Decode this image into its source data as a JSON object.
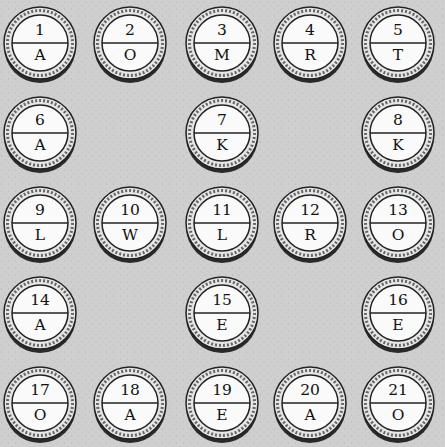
{
  "diagram": {
    "nodes": [
      {
        "text": [
          "1",
          "A"
        ]
      },
      {
        "text": [
          "2",
          "O"
        ]
      },
      {
        "text": [
          "3",
          "M"
        ]
      },
      {
        "text": [
          "4",
          "R"
        ]
      },
      {
        "text": [
          "5",
          "T"
        ]
      },
      {
        "text": [
          "6",
          "A"
        ]
      },
      {
        "text": [
          "7",
          "K"
        ]
      },
      {
        "text": [
          "8",
          "K"
        ]
      },
      {
        "text": [
          "9",
          "L"
        ]
      },
      {
        "text": [
          "10",
          "W"
        ]
      },
      {
        "text": [
          "11",
          "L"
        ]
      },
      {
        "text": [
          "12",
          "R"
        ]
      },
      {
        "text": [
          "13",
          "O"
        ]
      },
      {
        "text": [
          "14",
          "A"
        ]
      },
      {
        "text": [
          "15",
          "E"
        ]
      },
      {
        "text": [
          "16",
          "E"
        ]
      },
      {
        "text": [
          "17",
          "O"
        ]
      },
      {
        "text": [
          "18",
          "A"
        ]
      },
      {
        "text": [
          "19",
          "E"
        ]
      },
      {
        "text": [
          "20",
          "A"
        ]
      },
      {
        "text": [
          "21",
          "O"
        ]
      }
    ]
  }
}
